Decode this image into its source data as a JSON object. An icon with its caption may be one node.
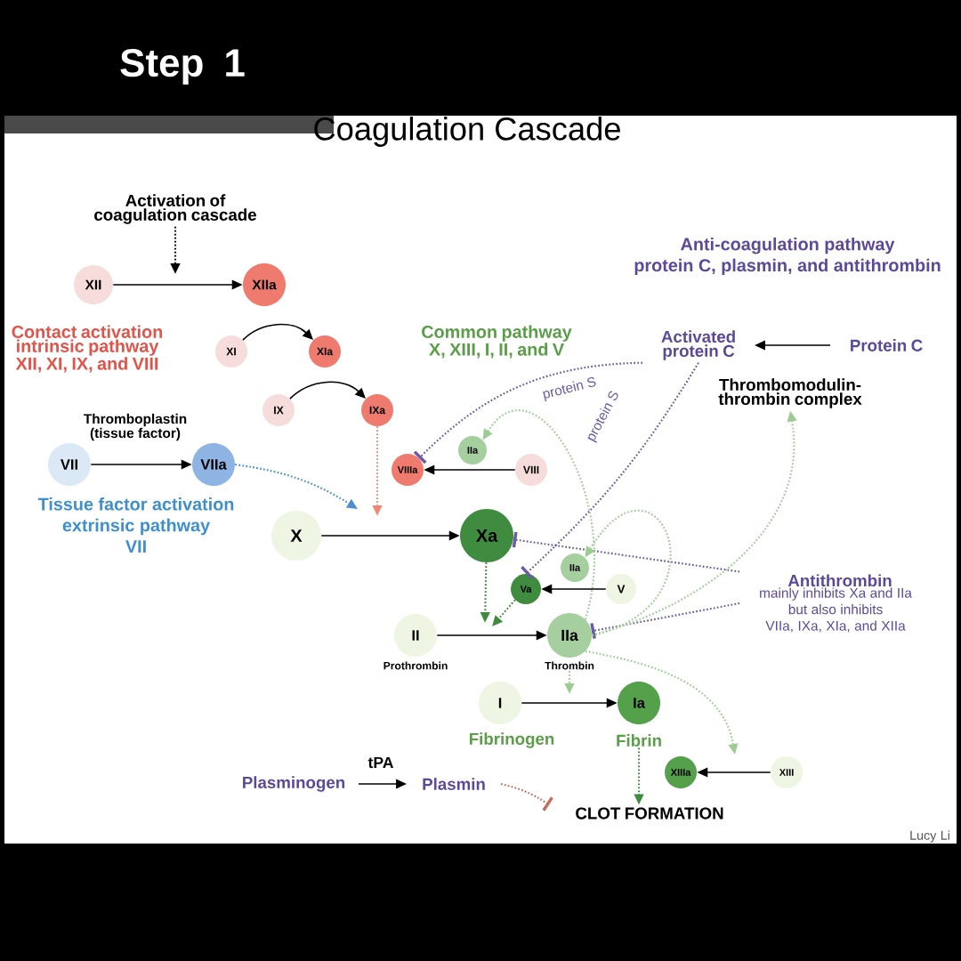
{
  "diagram": {
    "title": "Coagulation Cascade",
    "nodes": [
      {
        "text": [
          "Activation of coagulation cascade"
        ]
      },
      {
        "text": [
          "XII"
        ]
      },
      {
        "text": [
          "XIIa"
        ]
      },
      {
        "text": [
          "XI"
        ]
      },
      {
        "text": [
          "XIa"
        ]
      },
      {
        "text": [
          "IX"
        ]
      },
      {
        "text": [
          "IXa"
        ]
      },
      {
        "text": [
          "VII"
        ]
      },
      {
        "text": [
          "VIIa"
        ]
      },
      {
        "text": [
          "X"
        ]
      },
      {
        "text": [
          "Xa"
        ]
      },
      {
        "text": [
          "VIIIa"
        ]
      },
      {
        "text": [
          "IIa"
        ]
      },
      {
        "text": [
          "VIII"
        ]
      },
      {
        "text": [
          "IIa"
        ]
      },
      {
        "text": [
          "Va"
        ]
      },
      {
        "text": [
          "V"
        ]
      },
      {
        "text": [
          "II"
        ],
        "beside": [
          "Prothrombin"
        ]
      },
      {
        "text": [
          "IIa"
        ],
        "beside": [
          "Thrombin"
        ]
      },
      {
        "text": [
          "I"
        ],
        "beside": [
          "Fibrinogen"
        ]
      },
      {
        "text": [
          "Ia"
        ],
        "beside": [
          "Fibrin"
        ]
      },
      {
        "text": [
          "XIIIa"
        ]
      },
      {
        "text": [
          "XIII"
        ]
      },
      {
        "text": [
          "Activated protein C"
        ]
      },
      {
        "text": [
          "Protein C"
        ]
      },
      {
        "text": [
          "Thrombomodulin- thrombin complex"
        ]
      },
      {
        "text": [
          "Antithrombin",
          "mainly inhibits Xa and IIa but also inhibits VIIa, IXa, XIa, and XIIa"
        ]
      },
      {
        "text": [
          "Plasminogen"
        ]
      },
      {
        "text": [
          "Plasmin"
        ]
      },
      {
        "text": [
          "CLOT FORMATION"
        ]
      },
      {
        "text": [],
        "shape": "bar"
      }
    ],
    "edges": [
      {
        "from": 0,
        "to": null,
        "arrow": "to",
        "style": "dashed"
      },
      {
        "from": 1,
        "to": 2,
        "arrow": "to"
      },
      {
        "from": 3,
        "to": 4,
        "arrow": "to"
      },
      {
        "from": 5,
        "to": 6,
        "arrow": "to"
      },
      {
        "from": 7,
        "to": 8,
        "arrow": "to"
      },
      {
        "from": 8,
        "to": null,
        "arrow": "to",
        "style": "dashed",
        "color": "#4a90d0"
      },
      {
        "from": 6,
        "to": null,
        "arrow": "to",
        "style": "dashed",
        "color": "#f08878"
      },
      {
        "from": 9,
        "to": 10,
        "arrow": "to"
      },
      {
        "from": 13,
        "to": 11,
        "arrow": "to"
      },
      {
        "from": 16,
        "to": 15,
        "arrow": "to"
      },
      {
        "from": 10,
        "to": null,
        "arrow": "to",
        "style": "dashed",
        "color": "#3f8b3f"
      },
      {
        "from": 15,
        "to": null,
        "arrow": "to",
        "style": "dashed",
        "color": "#3f8b3f"
      },
      {
        "from": 17,
        "to": 18,
        "arrow": "to"
      },
      {
        "from": 18,
        "to": null,
        "arrow": "to",
        "style": "dashed",
        "color": "#9ccc94"
      },
      {
        "from": 19,
        "to": 20,
        "arrow": "to"
      },
      {
        "from": 20,
        "to": 29,
        "arrow": "to",
        "style": "dashed",
        "color": "#3f8b3f"
      },
      {
        "from": 22,
        "to": 21,
        "arrow": "to"
      },
      {
        "from": 24,
        "to": 23,
        "arrow": "to"
      },
      {
        "from": 23,
        "to": 11,
        "arrow": "other",
        "style": "dashed",
        "color": "#6a5aa8",
        "label": "protein S"
      },
      {
        "from": 23,
        "to": 15,
        "arrow": "other",
        "style": "dashed",
        "color": "#6a5aa8",
        "label": "protein S"
      },
      {
        "from": 26,
        "to": 10,
        "arrow": "other",
        "style": "dashed",
        "color": "#6a5aa8"
      },
      {
        "from": 26,
        "to": 18,
        "arrow": "other",
        "style": "dashed",
        "color": "#6a5aa8"
      },
      {
        "from": 28,
        "to": 29,
        "arrow": "other",
        "style": "dashed",
        "color": "#c07060"
      },
      {
        "from": 18,
        "to": 25,
        "arrow": "to",
        "style": "dashed",
        "color": "#9ccc94"
      },
      {
        "from": 18,
        "to": null,
        "arrow": "to",
        "style": "dashed",
        "color": "#9ccc94"
      },
      {
        "from": 18,
        "to": 12,
        "arrow": "to",
        "style": "dashed",
        "color": "#9ccc94"
      },
      {
        "from": 18,
        "to": 14,
        "arrow": "to",
        "style": "dashed",
        "color": "#9ccc94"
      },
      {
        "from": 27,
        "to": 28,
        "arrow": "to",
        "label": "tPA"
      }
    ],
    "labels": [
      "Step 1",
      "Contact activation intrinsic pathway XII, XI, IX, and VIII",
      "Thromboplastin (tissue factor)",
      "Tissue factor activation extrinsic pathway VII",
      "Common pathway X, XIII, I, II, and V",
      "Anti-coagulation pathway protein C, plasmin, and antithrombin",
      "Lucy Li"
    ]
  }
}
